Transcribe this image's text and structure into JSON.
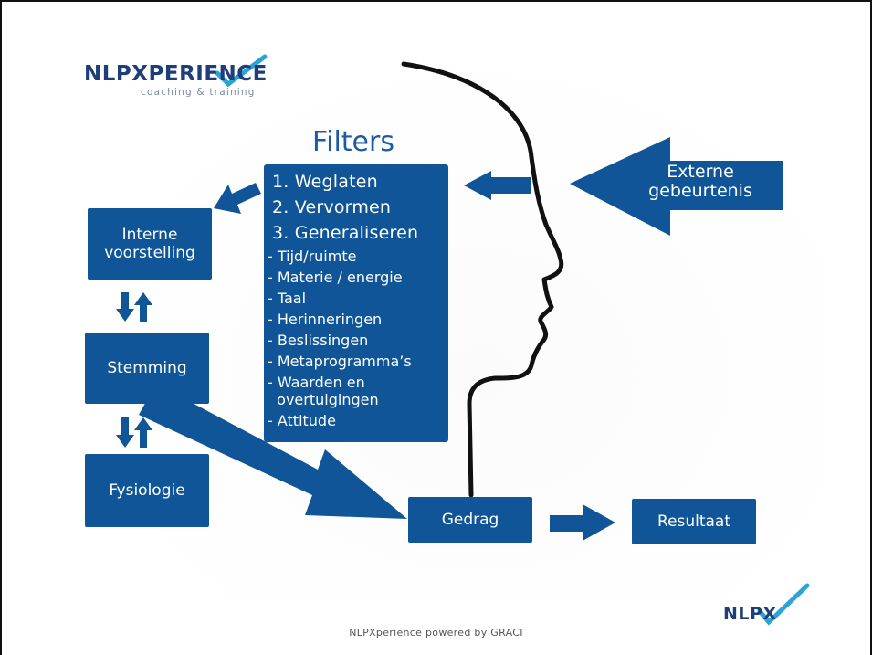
{
  "logo": {
    "word_prefix": "NLP",
    "word_mark": "X",
    "word_suffix": "PERIENCE",
    "tagline": "coaching & training"
  },
  "filters": {
    "title": "Filters",
    "main_items": [
      "1. Weglaten",
      "2. Vervormen",
      "3. Generaliseren"
    ],
    "sub_items": [
      "- Tijd/ruimte",
      "- Materie / energie",
      "- Taal",
      "- Herinneringen",
      "- Beslissingen",
      "- Metaprogramma’s",
      "- Waarden en",
      "  overtuigingen",
      "- Attitude"
    ]
  },
  "externe": {
    "line1": "Externe",
    "line2": "gebeurtenis"
  },
  "boxes": {
    "interne_line1": "Interne",
    "interne_line2": "voorstelling",
    "stemming": "Stemming",
    "fysiologie": "Fysiologie",
    "gedrag": "Gedrag",
    "resultaat": "Resultaat"
  },
  "footer": {
    "text": "NLPXperience powered by GRACI"
  },
  "small_logo": {
    "word": "NLP",
    "mark": "X"
  },
  "colors": {
    "box_blue": "#0f5597",
    "title_blue": "#1b5aa6",
    "logo_navy": "#1d3e7a",
    "logo_accent": "#2aa3d8",
    "head_outline": "#111111"
  }
}
